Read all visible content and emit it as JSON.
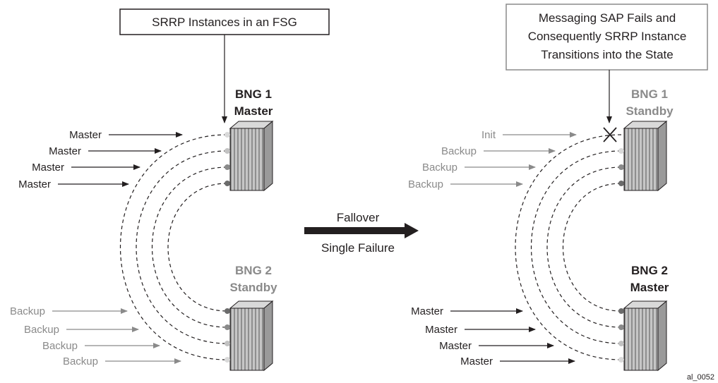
{
  "left": {
    "callout": "SRRP Instances in an FSG",
    "bng1": {
      "name": "BNG 1",
      "state": "Master"
    },
    "bng2": {
      "name": "BNG 2",
      "state": "Standby"
    },
    "top_labels": [
      "Master",
      "Master",
      "Master",
      "Master"
    ],
    "bottom_labels": [
      "Backup",
      "Backup",
      "Backup",
      "Backup"
    ]
  },
  "right": {
    "callout": [
      "Messaging SAP Fails and",
      "Consequently SRRP Instance",
      "Transitions into the State"
    ],
    "bng1": {
      "name": "BNG 1",
      "state": "Standby"
    },
    "bng2": {
      "name": "BNG 2",
      "state": "Master"
    },
    "top_labels": [
      "Init",
      "Backup",
      "Backup",
      "Backup"
    ],
    "bottom_labels": [
      "Master",
      "Master",
      "Master",
      "Master"
    ]
  },
  "middle": {
    "top_text": "Fallover",
    "bottom_text": "Single Failure"
  },
  "figure_id": "al_0052",
  "colors": {
    "dark": "#231f20",
    "gray": "#8a8a8a",
    "router_fill": "#b3b3b3",
    "arrow": "#231f20"
  }
}
